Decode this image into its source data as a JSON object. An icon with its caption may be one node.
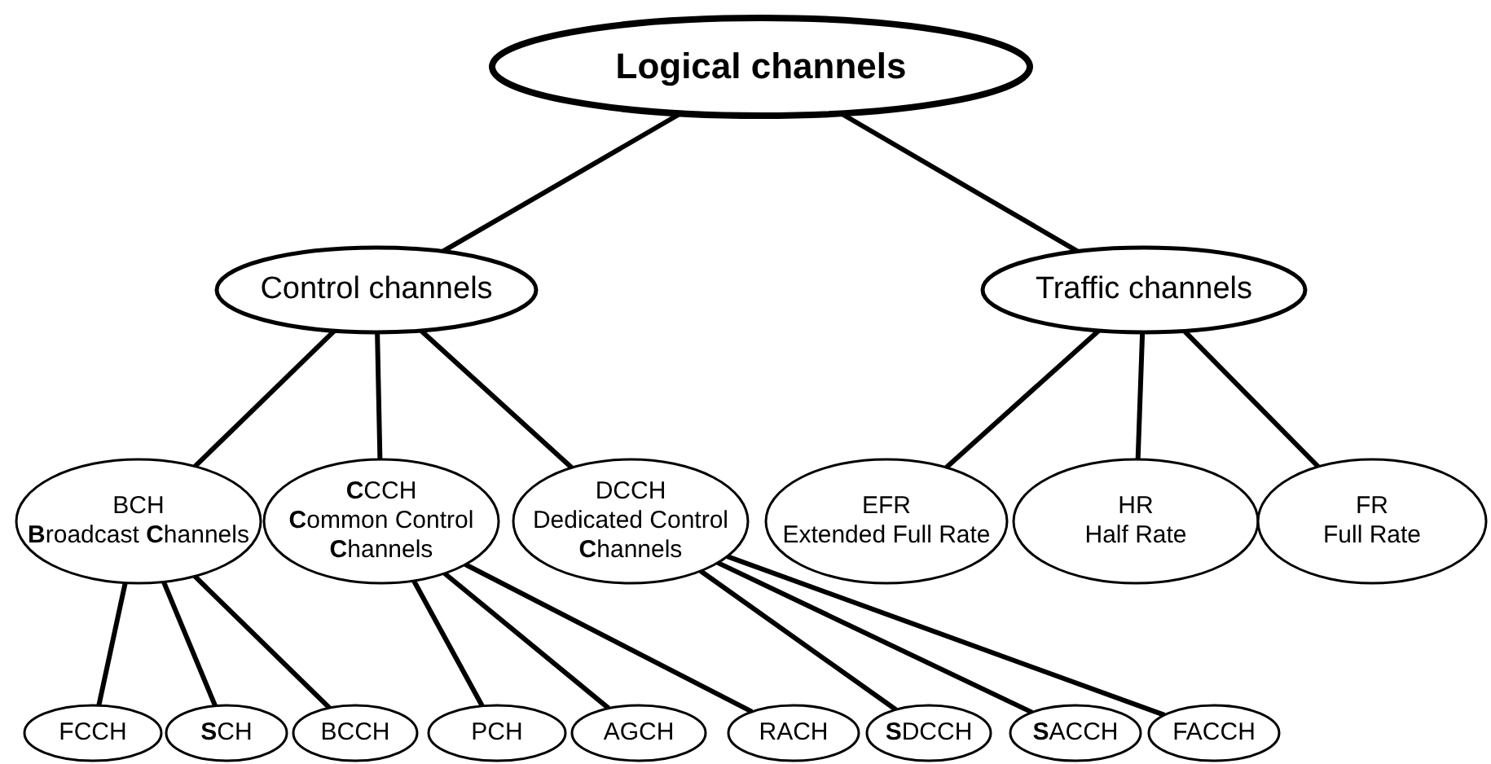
{
  "diagram": {
    "nodes": [
      {
        "text": [
          "Logical channels"
        ]
      },
      {
        "text": [
          "Control channels"
        ]
      },
      {
        "text": [
          "Traffic channels"
        ]
      },
      {
        "text": [
          "BCH",
          "**B**roadcast **C**hannels"
        ]
      },
      {
        "text": [
          "**C**CCH",
          "**C**ommon Control **C**hannels"
        ]
      },
      {
        "text": [
          "DCCH",
          "Dedicated Control **C**hannels"
        ]
      },
      {
        "text": [
          "EFR",
          "Extended Full Rate"
        ]
      },
      {
        "text": [
          "HR",
          "Half Rate"
        ]
      },
      {
        "text": [
          "FR",
          "Full Rate"
        ]
      },
      {
        "text": [
          "FCCH"
        ]
      },
      {
        "text": [
          "**S**CH"
        ]
      },
      {
        "text": [
          "BCCH"
        ]
      },
      {
        "text": [
          "PCH"
        ]
      },
      {
        "text": [
          "AGCH"
        ]
      },
      {
        "text": [
          "RACH"
        ]
      },
      {
        "text": [
          "**S**DCCH"
        ]
      },
      {
        "text": [
          "**S**ACCH"
        ]
      },
      {
        "text": [
          "FACCH"
        ]
      }
    ],
    "edges": [
      {
        "from": 0,
        "to": 1,
        "arrow": "none"
      },
      {
        "from": 0,
        "to": 2,
        "arrow": "none"
      },
      {
        "from": 1,
        "to": 3,
        "arrow": "none"
      },
      {
        "from": 1,
        "to": 4,
        "arrow": "none"
      },
      {
        "from": 1,
        "to": 5,
        "arrow": "none"
      },
      {
        "from": 2,
        "to": 6,
        "arrow": "none"
      },
      {
        "from": 2,
        "to": 7,
        "arrow": "none"
      },
      {
        "from": 2,
        "to": 8,
        "arrow": "none"
      },
      {
        "from": 3,
        "to": 9,
        "arrow": "none"
      },
      {
        "from": 3,
        "to": 10,
        "arrow": "none"
      },
      {
        "from": 3,
        "to": 11,
        "arrow": "none"
      },
      {
        "from": 4,
        "to": 12,
        "arrow": "none"
      },
      {
        "from": 4,
        "to": 13,
        "arrow": "none"
      },
      {
        "from": 4,
        "to": 14,
        "arrow": "none"
      },
      {
        "from": 5,
        "to": 15,
        "arrow": "none"
      },
      {
        "from": 5,
        "to": 16,
        "arrow": "none"
      },
      {
        "from": 5,
        "to": 17,
        "arrow": "none"
      }
    ]
  }
}
